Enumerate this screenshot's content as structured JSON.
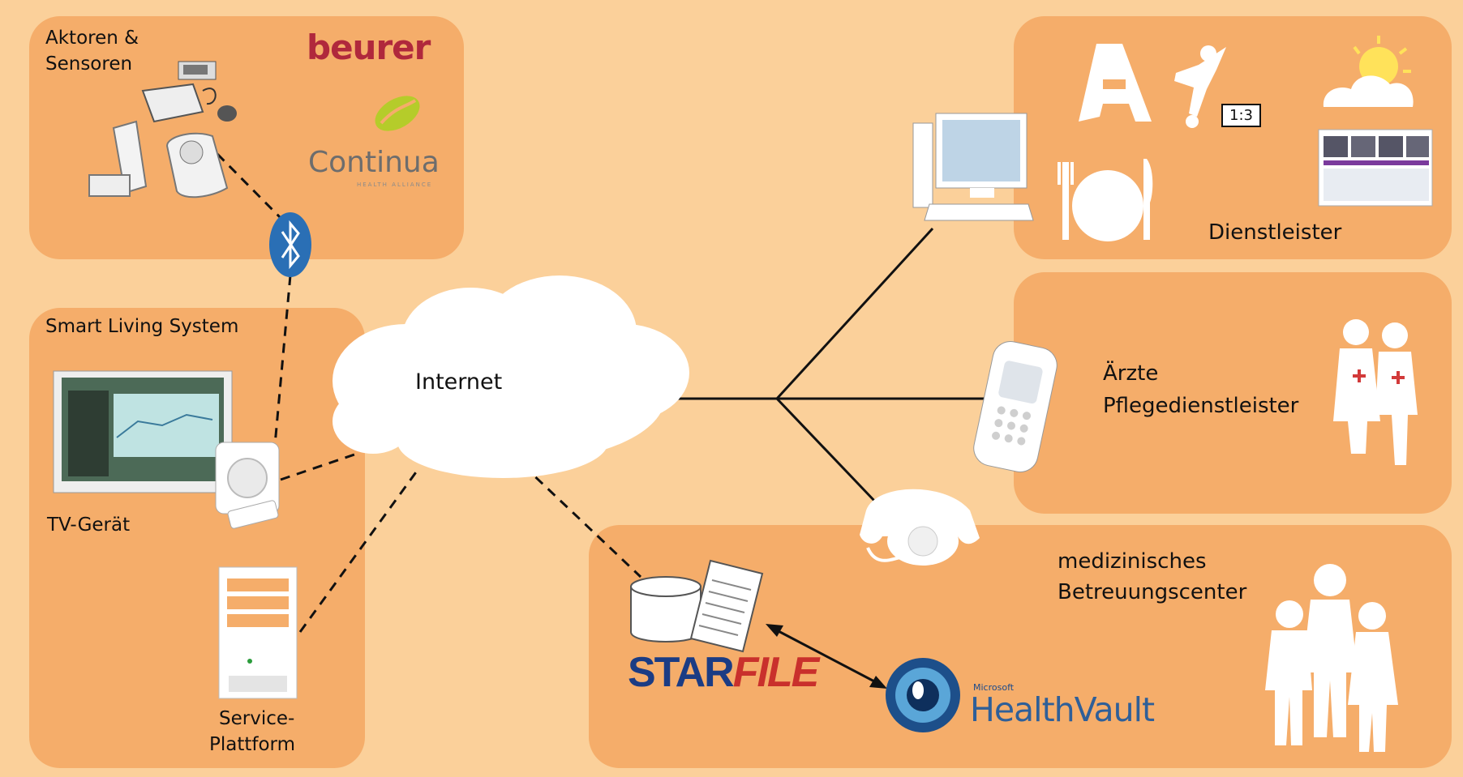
{
  "labels": {
    "actors_sensors_line1": "Aktoren &",
    "actors_sensors_line2": "Sensoren",
    "smart_living": "Smart Living System",
    "tv": "TV-Gerät",
    "service_line1": "Service-",
    "service_line2": "Plattform",
    "internet": "Internet",
    "providers": "Dienstleister",
    "doctors_line1": "Ärzte",
    "doctors_line2": "Pflegedienstleister",
    "medical_line1": "medizinisches",
    "medical_line2": "Betreuungscenter",
    "score": "1:3"
  },
  "brands": {
    "beurer": "beurer",
    "continua": "Continua",
    "continua_sub": "HEALTH ALLIANCE",
    "starfile_star": "STAR",
    "starfile_file": "FILE",
    "healthvault_ms": "Microsoft",
    "healthvault": "HealthVault"
  },
  "colors": {
    "background": "#fbd09a",
    "panel": "#f5ad6a",
    "bluetooth": "#2a6fb5",
    "starfile_blue": "#1b3c84",
    "starfile_red": "#c9302c",
    "healthvault_blue": "#2f5f98",
    "beurer_red": "#b0283c"
  },
  "icons": [
    "blood-pressure-monitor-icon",
    "inhaler-icon",
    "scale-icon",
    "bluetooth-icon",
    "continua-logo-icon",
    "tv-screen-icon",
    "gateway-box-icon",
    "server-icon",
    "cloud-icon",
    "computer-icon",
    "pharmacy-icon",
    "soccer-player-icon",
    "weather-icon",
    "plate-cutlery-icon",
    "newspaper-icon",
    "mobile-phone-icon",
    "telephone-icon",
    "database-icon",
    "document-icon",
    "healthvault-logo-icon",
    "doctor-nurse-icon",
    "family-icon"
  ]
}
